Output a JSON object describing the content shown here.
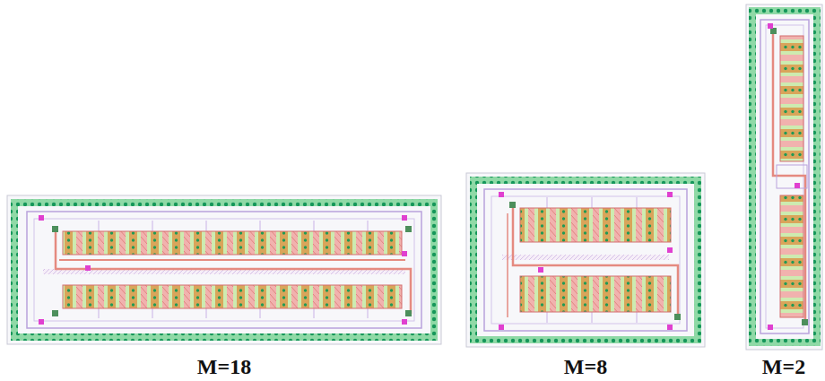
{
  "diagram": {
    "labels": [
      "M=18",
      "M=8",
      "M=2"
    ]
  }
}
